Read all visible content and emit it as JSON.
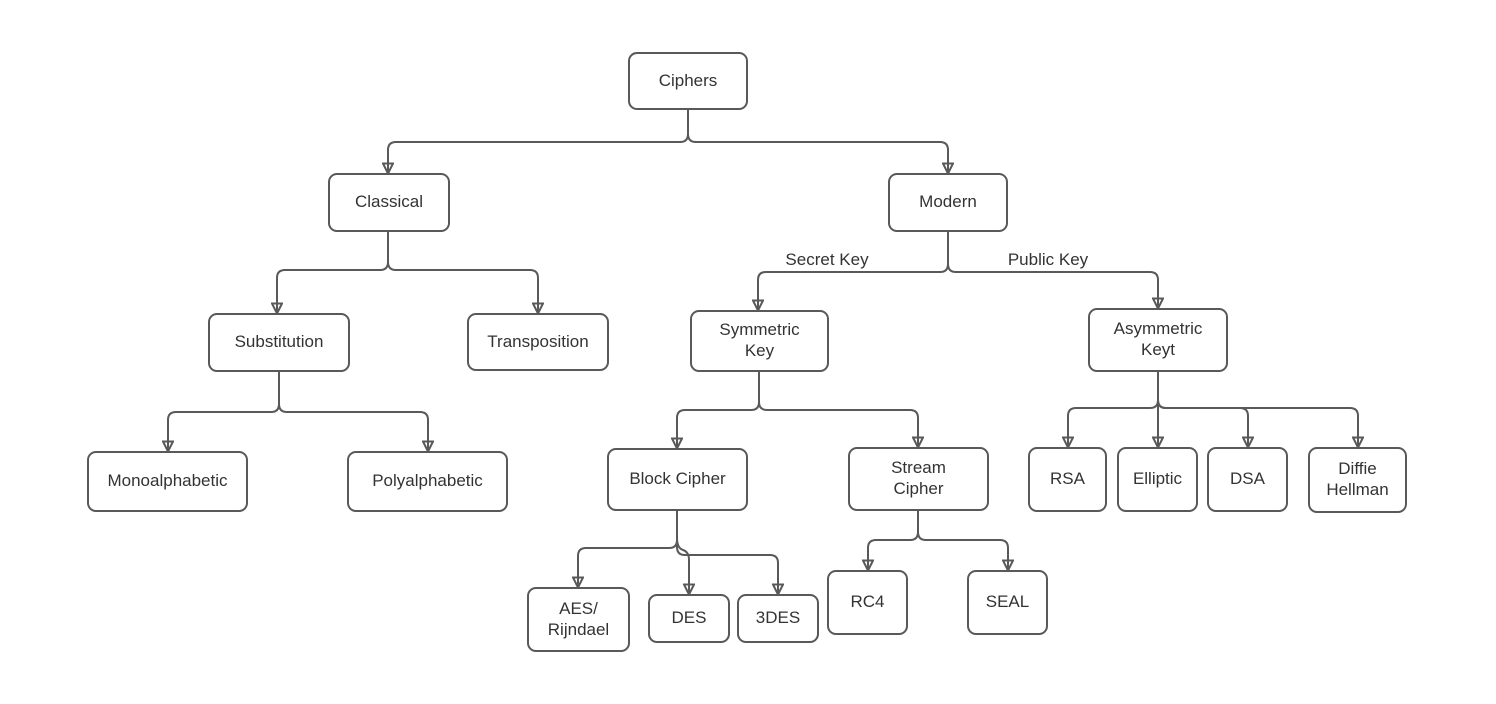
{
  "colors": {
    "stroke": "#595959",
    "text": "#333333",
    "node_fill": "#ffffff",
    "background": "#ffffff"
  },
  "nodes": {
    "ciphers": {
      "label": "Ciphers"
    },
    "classical": {
      "label": "Classical"
    },
    "modern": {
      "label": "Modern"
    },
    "substitution": {
      "label": "Substitution"
    },
    "transposition": {
      "label": "Transposition"
    },
    "symmetric_key": {
      "label": "Symmetric Key"
    },
    "asymmetric_key": {
      "label": "Asymmetric Keyt"
    },
    "monoalphabetic": {
      "label": "Monoalphabetic"
    },
    "polyalphabetic": {
      "label": "Polyalphabetic"
    },
    "block_cipher": {
      "label": "Block Cipher"
    },
    "stream_cipher": {
      "label": "Stream Cipher"
    },
    "aes_rijndael": {
      "label": "AES/ Rijndael"
    },
    "des": {
      "label": "DES"
    },
    "triple_des": {
      "label": "3DES"
    },
    "rc4": {
      "label": "RC4"
    },
    "seal": {
      "label": "SEAL"
    },
    "rsa": {
      "label": "RSA"
    },
    "elliptic": {
      "label": "Elliptic"
    },
    "dsa": {
      "label": "DSA"
    },
    "diffie_hellman": {
      "label": "Diffie Hellman"
    }
  },
  "edges": [
    {
      "from": "Ciphers",
      "to": "Classical"
    },
    {
      "from": "Ciphers",
      "to": "Modern"
    },
    {
      "from": "Classical",
      "to": "Substitution"
    },
    {
      "from": "Classical",
      "to": "Transposition"
    },
    {
      "from": "Substitution",
      "to": "Monoalphabetic"
    },
    {
      "from": "Substitution",
      "to": "Polyalphabetic"
    },
    {
      "from": "Modern",
      "to": "Symmetric Key",
      "label": "Secret Key"
    },
    {
      "from": "Modern",
      "to": "Asymmetric Keyt",
      "label": "Public Key"
    },
    {
      "from": "Symmetric Key",
      "to": "Block Cipher"
    },
    {
      "from": "Symmetric Key",
      "to": "Stream Cipher"
    },
    {
      "from": "Block Cipher",
      "to": "AES/ Rijndael"
    },
    {
      "from": "Block Cipher",
      "to": "DES"
    },
    {
      "from": "Block Cipher",
      "to": "3DES"
    },
    {
      "from": "Stream Cipher",
      "to": "RC4"
    },
    {
      "from": "Stream Cipher",
      "to": "SEAL"
    },
    {
      "from": "Asymmetric Keyt",
      "to": "RSA"
    },
    {
      "from": "Asymmetric Keyt",
      "to": "Elliptic"
    },
    {
      "from": "Asymmetric Keyt",
      "to": "DSA"
    },
    {
      "from": "Asymmetric Keyt",
      "to": "Diffie Hellman"
    }
  ]
}
